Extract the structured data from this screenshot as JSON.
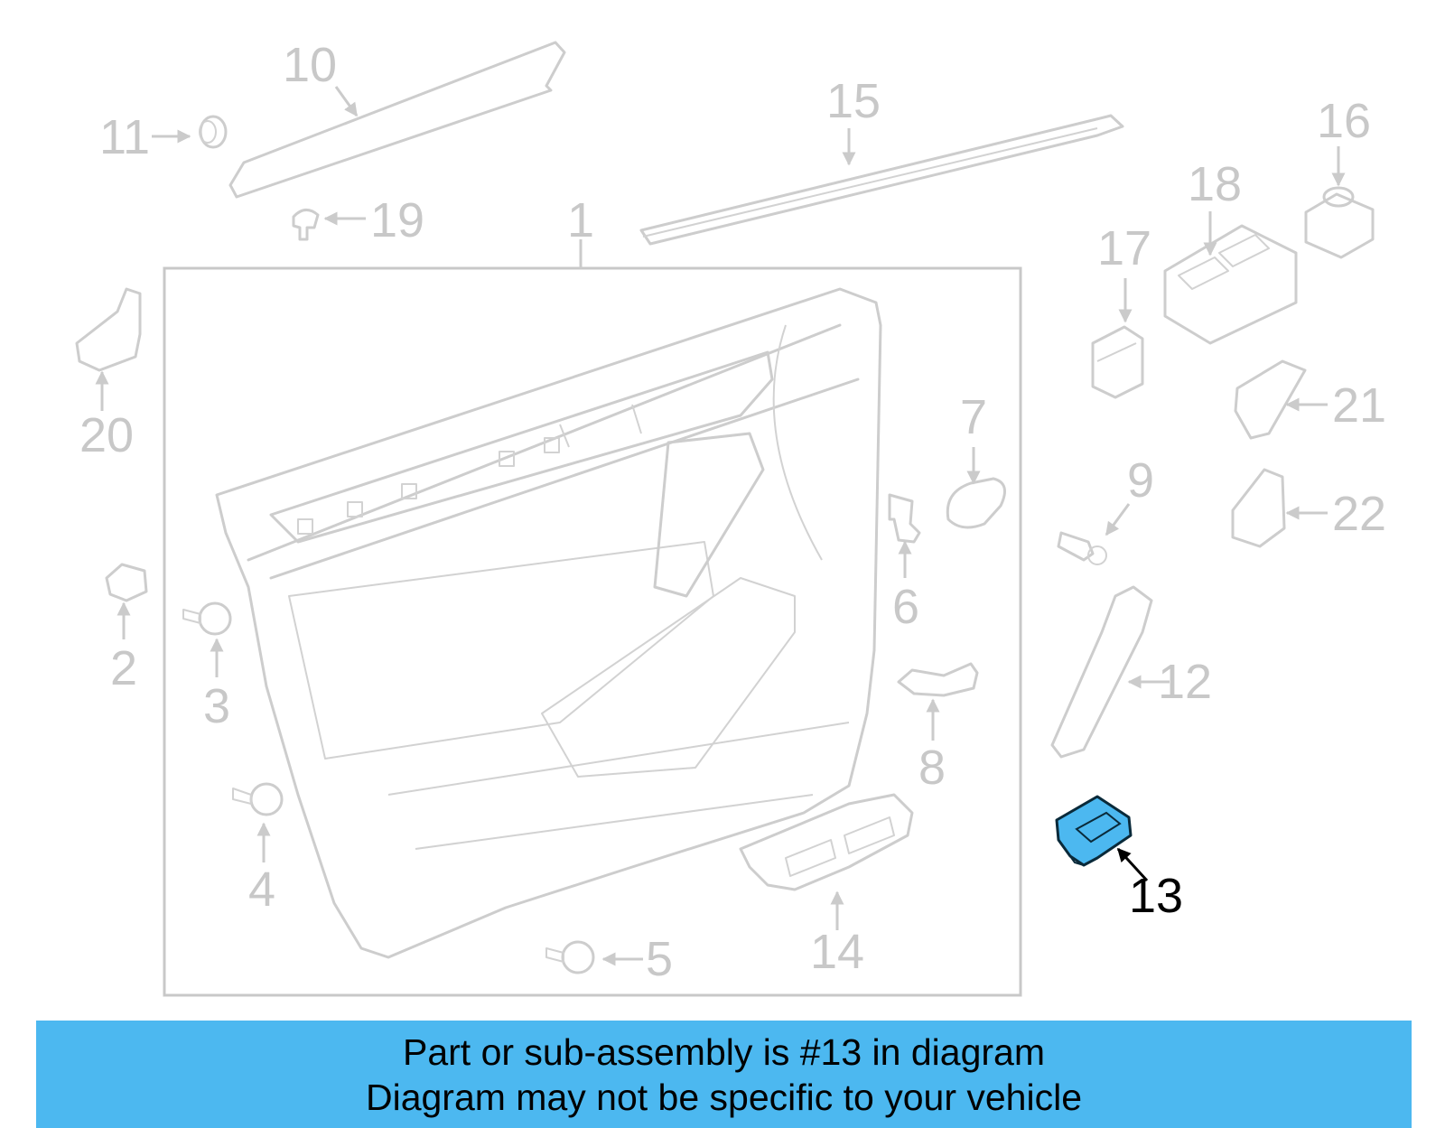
{
  "callouts": {
    "c1": "1",
    "c2": "2",
    "c3": "3",
    "c4": "4",
    "c5": "5",
    "c6": "6",
    "c7": "7",
    "c8": "8",
    "c9": "9",
    "c10": "10",
    "c11": "11",
    "c12": "12",
    "c13": "13",
    "c14": "14",
    "c15": "15",
    "c16": "16",
    "c17": "17",
    "c18": "18",
    "c19": "19",
    "c20": "20",
    "c21": "21",
    "c22": "22"
  },
  "highlight": {
    "part_number": "13",
    "color": "#4cb8f0",
    "outline": "#0a2a3a"
  },
  "banner": {
    "line1": "Part or sub-assembly is #13 in diagram",
    "line2": "Diagram may not be specific to your vehicle",
    "color": "#4cb8f0"
  }
}
